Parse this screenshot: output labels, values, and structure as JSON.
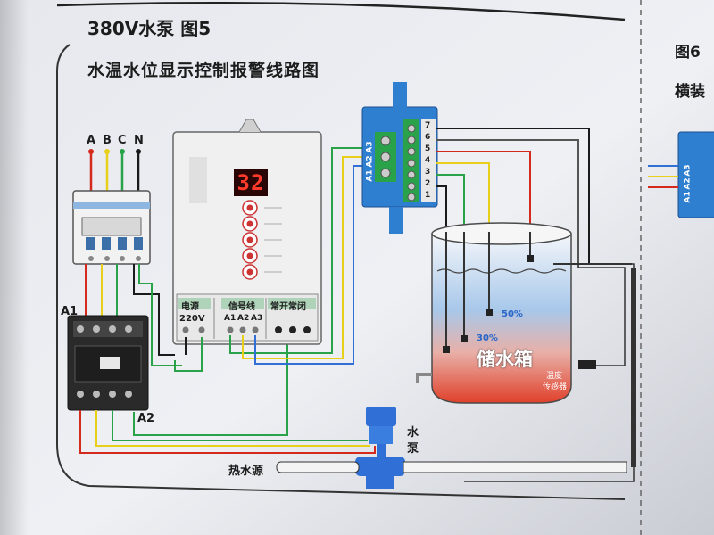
{
  "title": {
    "pump": "380V水泵 图5",
    "subtitle": "水温水位显示控制报警线路图"
  },
  "side": {
    "fig6": "图6",
    "mount": "横装"
  },
  "phases": [
    "A",
    "B",
    "C",
    "N"
  ],
  "contactor": {
    "a1": "A1",
    "a2": "A2"
  },
  "controller": {
    "display": "32",
    "terminal_power": "电源",
    "terminal_power_value": "220V",
    "terminal_signal": "信号线",
    "terminal_signal_values": [
      "A1",
      "A2",
      "A3"
    ],
    "terminal_relay": "常开常闭"
  },
  "sensor_box": {
    "terminals": [
      "A3",
      "A2",
      "A1"
    ],
    "numbers": [
      "1",
      "2",
      "3",
      "4",
      "5",
      "6",
      "7"
    ]
  },
  "tank": {
    "label": "储水箱",
    "pct_50": "50%",
    "pct_30": "30%",
    "sensor_label": [
      "温度",
      "传感器"
    ]
  },
  "pump": {
    "label": [
      "水",
      "泵"
    ]
  },
  "pipe": {
    "label": "热水源"
  },
  "colors": {
    "red": "#d42a1e",
    "yellow": "#e8cf1a",
    "green": "#2aa24a",
    "black": "#1a1a1a",
    "blue": "#2f6fd6",
    "panel": "#2f7fd0"
  }
}
